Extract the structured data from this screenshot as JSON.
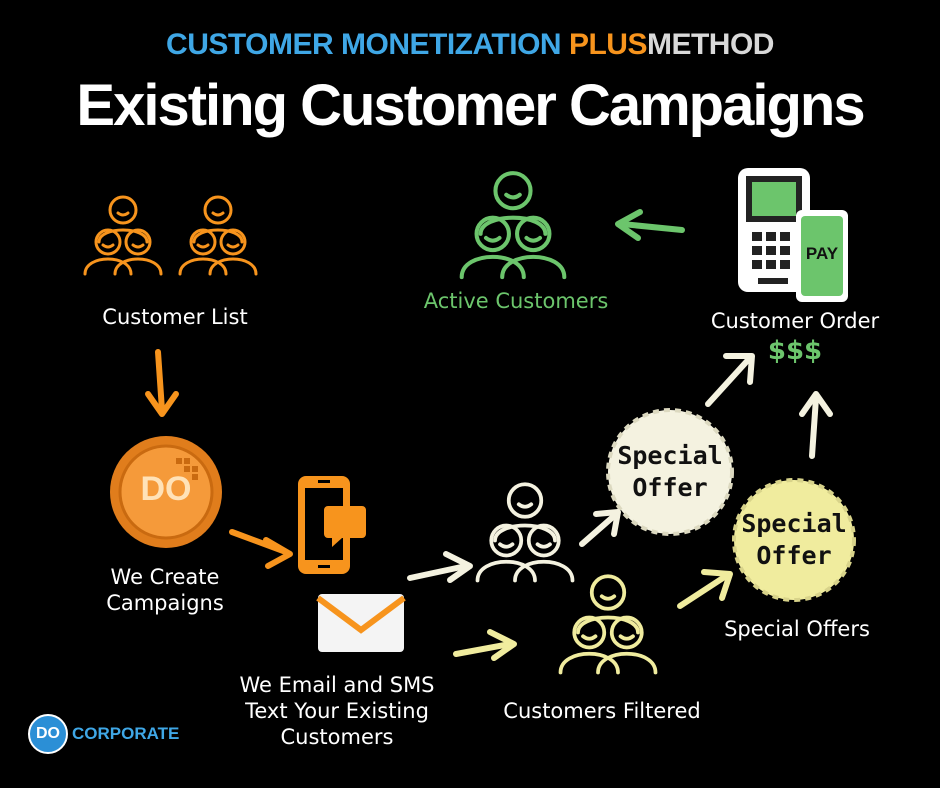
{
  "header": {
    "line1_part1": "CUSTOMER MONETIZATION ",
    "line1_part2": "PLUS",
    "line1_part3": "METHOD",
    "title": "Existing Customer Campaigns"
  },
  "nodes": {
    "customer_list": "Customer List",
    "we_create": "We Create\nCampaigns",
    "we_email": "We Email and SMS\nText Your Existing\nCustomers",
    "customers_filtered": "Customers Filtered",
    "special_offers": "Special Offers",
    "customer_order": "Customer Order",
    "order_amount": "$$$",
    "active_customers": "Active Customers"
  },
  "offer_badge_1": "Special\nOffer",
  "offer_badge_2": "Special\nOffer",
  "coin_text": "DO",
  "pay_text": "PAY",
  "logo": {
    "badge": "DO",
    "text": "CORPORATE"
  },
  "colors": {
    "orange": "#f7941d",
    "green": "#6cc56c",
    "yellow": "#f0ec9e",
    "cream": "#f4f2e0",
    "blue": "#3fa7e6"
  },
  "icons": [
    "people-group-icon",
    "coin-icon",
    "phone-icon",
    "envelope-icon",
    "pay-terminal-icon",
    "arrow-icon"
  ]
}
